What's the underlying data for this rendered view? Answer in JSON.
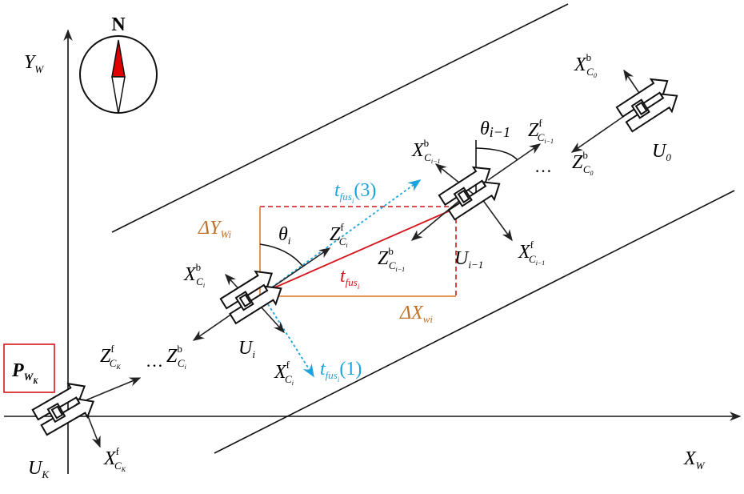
{
  "compass": {
    "north_label": "N",
    "needle_color": "#e00000"
  },
  "axes": {
    "x_label": "X",
    "x_sub": "W",
    "y_label": "Y",
    "y_sub": "W"
  },
  "vehicles": {
    "uk": {
      "label": "U",
      "sub": "K"
    },
    "ui": {
      "label": "U",
      "sub": "i"
    },
    "ui1": {
      "label": "U",
      "sub": "i−1"
    },
    "u0": {
      "label": "U",
      "sub": "0"
    }
  },
  "pose_box": {
    "label": "P",
    "sub": "W",
    "subsub": "K",
    "color": "#d4151b"
  },
  "frame_labels": {
    "zf_ck": {
      "main": "Z",
      "sup": "f",
      "sub": "C",
      "subsub": "K"
    },
    "xf_ck": {
      "main": "X",
      "sup": "f",
      "sub": "C",
      "subsub": "K"
    },
    "zb_ci": {
      "main": "Z",
      "sup": "b",
      "sub": "C",
      "subsub": "i"
    },
    "xb_ci": {
      "main": "X",
      "sup": "b",
      "sub": "C",
      "subsub": "i"
    },
    "xf_ci": {
      "main": "X",
      "sup": "f",
      "sub": "C",
      "subsub": "i"
    },
    "zf_ci": {
      "main": "Z",
      "sup": "f",
      "sub": "C",
      "subsub": "i"
    },
    "zb_ci1": {
      "main": "Z",
      "sup": "b",
      "sub": "C",
      "subsub": "i−1"
    },
    "xb_ci1": {
      "main": "X",
      "sup": "b",
      "sub": "C",
      "subsub": "i−1"
    },
    "xf_ci1": {
      "main": "X",
      "sup": "f",
      "sub": "C",
      "subsub": "i−1"
    },
    "zf_ci1": {
      "main": "Z",
      "sup": "f",
      "sub": "C",
      "subsub": "i−1"
    },
    "zb_c0": {
      "main": "Z",
      "sup": "b",
      "sub": "C",
      "subsub": "0"
    },
    "xb_c0": {
      "main": "X",
      "sup": "b",
      "sub": "C",
      "subsub": "0"
    }
  },
  "ellipsis": "…",
  "angles": {
    "theta_i": {
      "main": "θ",
      "sub": "i"
    },
    "theta_i1": {
      "main": "θ",
      "sub": "i−1"
    }
  },
  "deltas": {
    "dy": {
      "main": "ΔY",
      "sub": "Wi",
      "color": "#c0722a"
    },
    "dx": {
      "main": "ΔX",
      "sub": "wi",
      "color": "#c0722a"
    }
  },
  "translations": {
    "t_fus": {
      "main": "t",
      "sub": "fus",
      "subsub": "i",
      "suffix": "",
      "color": "#d4151b"
    },
    "t_fus1": {
      "main": "t",
      "sub": "fus",
      "subsub": "i",
      "suffix": "(1)",
      "color": "#1aa3dc"
    },
    "t_fus3": {
      "main": "t",
      "sub": "fus",
      "subsub": "i",
      "suffix": "(3)",
      "color": "#1aa3dc"
    }
  }
}
